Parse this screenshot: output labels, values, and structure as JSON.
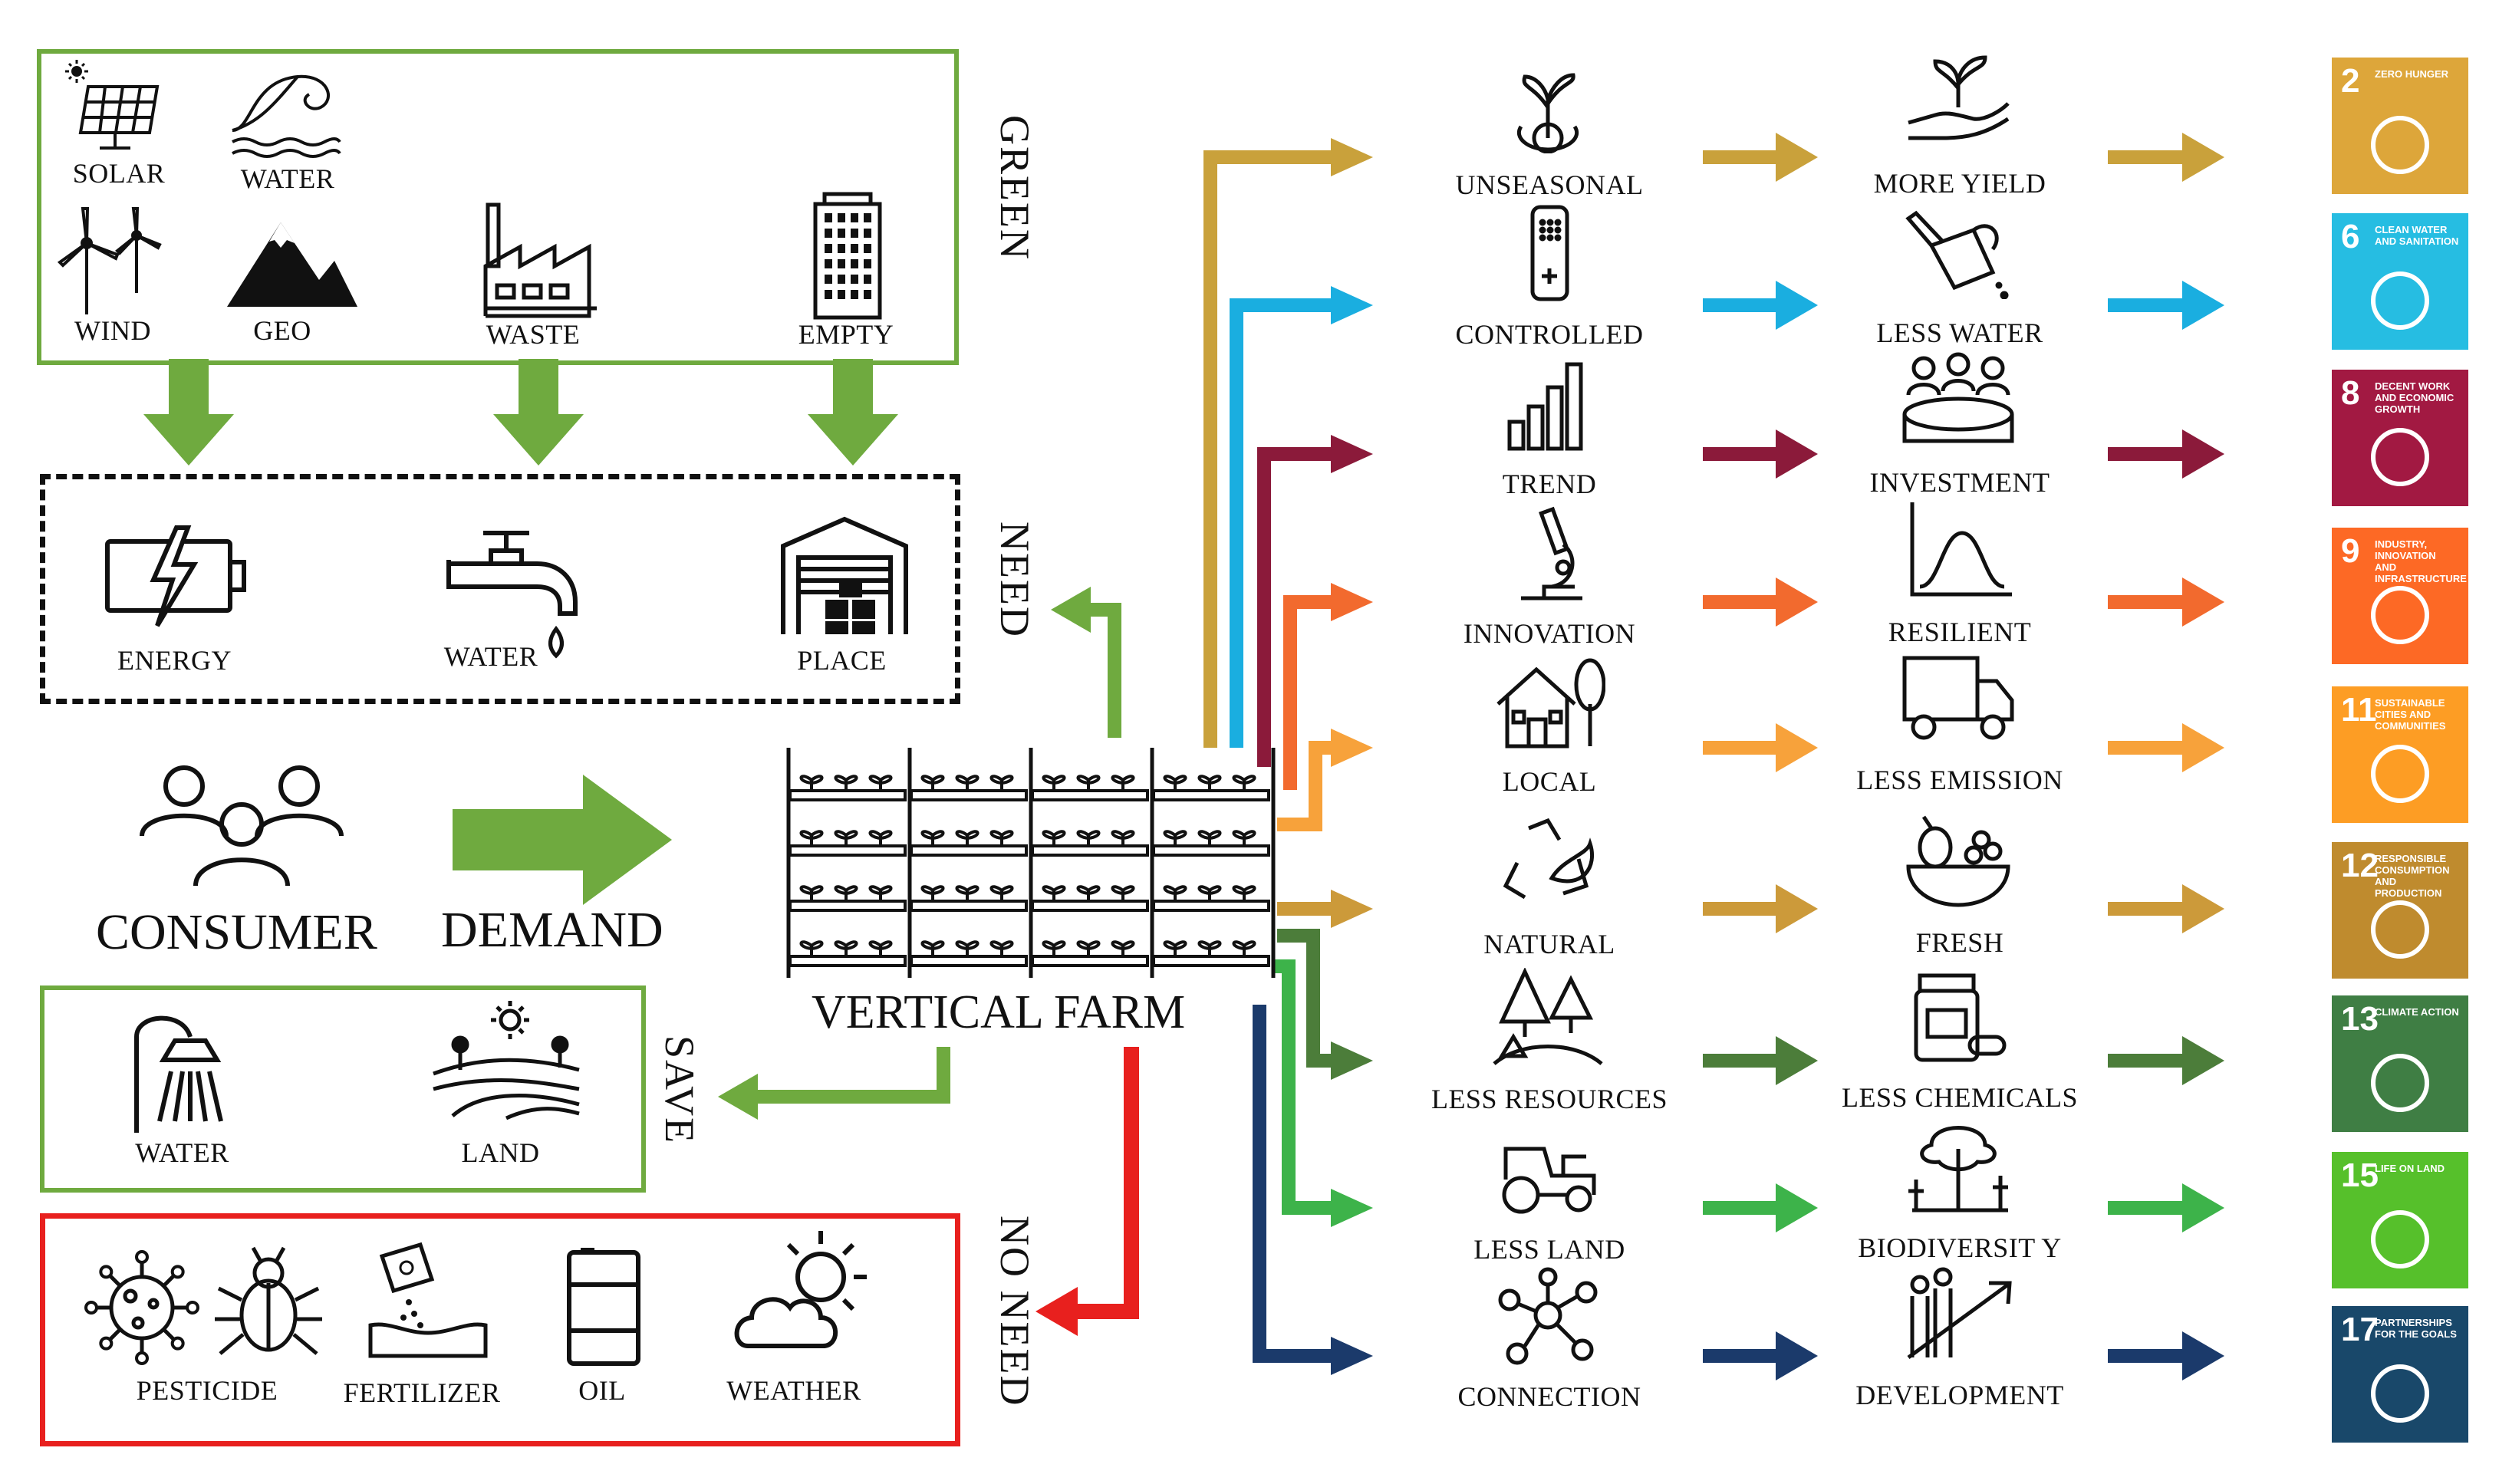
{
  "sources": {
    "items": [
      "SOLAR",
      "WATER",
      "WIND",
      "GEO",
      "WASTE",
      "EMPTY"
    ],
    "side_label": "GREEN"
  },
  "needs": {
    "items": [
      "ENERGY",
      "WATER",
      "PLACE"
    ],
    "side_label": "NEED"
  },
  "consumer": {
    "consumer_label": "CONSUMER",
    "demand_label": "DEMAND"
  },
  "save": {
    "items": [
      "WATER",
      "LAND"
    ],
    "side_label": "SAVE"
  },
  "no_need": {
    "items": [
      "PESTICIDE",
      "FERTILIZER",
      "OIL",
      "WEATHER"
    ],
    "side_label": "NO NEED"
  },
  "farm": {
    "label": "VERTICAL FARM"
  },
  "benefits": [
    {
      "first": "UNSEASONAL",
      "second": "MORE YIELD",
      "color": "#C9A13B",
      "sdg": {
        "num": "2",
        "text": "Zero Hunger",
        "color": "#DDA63A"
      }
    },
    {
      "first": "CONTROLLED",
      "second": "LESS WATER",
      "color": "#1AAEE0",
      "sdg": {
        "num": "6",
        "text": "Clean Water and Sanitation",
        "color": "#26BDE2"
      }
    },
    {
      "first": "TREND",
      "second": "INVESTMENT",
      "color": "#8B1A3A",
      "sdg": {
        "num": "8",
        "text": "Decent Work and Economic Growth",
        "color": "#A21942"
      }
    },
    {
      "first": "INNOVATION",
      "second": "RESILIENT",
      "color": "#F26A2E",
      "sdg": {
        "num": "9",
        "text": "Industry, Innovation and Infrastructure",
        "color": "#FD6925"
      }
    },
    {
      "first": "LOCAL",
      "second": "LESS EMISSION",
      "color": "#F7A23B",
      "sdg": {
        "num": "11",
        "text": "Sustainable Cities and Communities",
        "color": "#FD9D24"
      }
    },
    {
      "first": "NATURAL",
      "second": "FRESH",
      "color": "#CC9A3A",
      "sdg": {
        "num": "12",
        "text": "Responsible Consumption and Production",
        "color": "#BF8B2E"
      }
    },
    {
      "first": "LESS RESOURCES",
      "second": "LESS CHEMICALS",
      "color": "#4C7D3A",
      "sdg": {
        "num": "13",
        "text": "Climate Action",
        "color": "#3F7E44"
      }
    },
    {
      "first": "LESS LAND",
      "second": "BIODIVERSIT Y",
      "color": "#3DB34A",
      "sdg": {
        "num": "15",
        "text": "Life on Land",
        "color": "#56C02B"
      }
    },
    {
      "first": "CONNECTION",
      "second": "DEVELOPMENT",
      "color": "#1B3A6B",
      "sdg": {
        "num": "17",
        "text": "Partnerships for the Goals",
        "color": "#19486A"
      }
    }
  ],
  "colors": {
    "green": "#6FAA3F",
    "red": "#E8201E",
    "black": "#111111"
  }
}
